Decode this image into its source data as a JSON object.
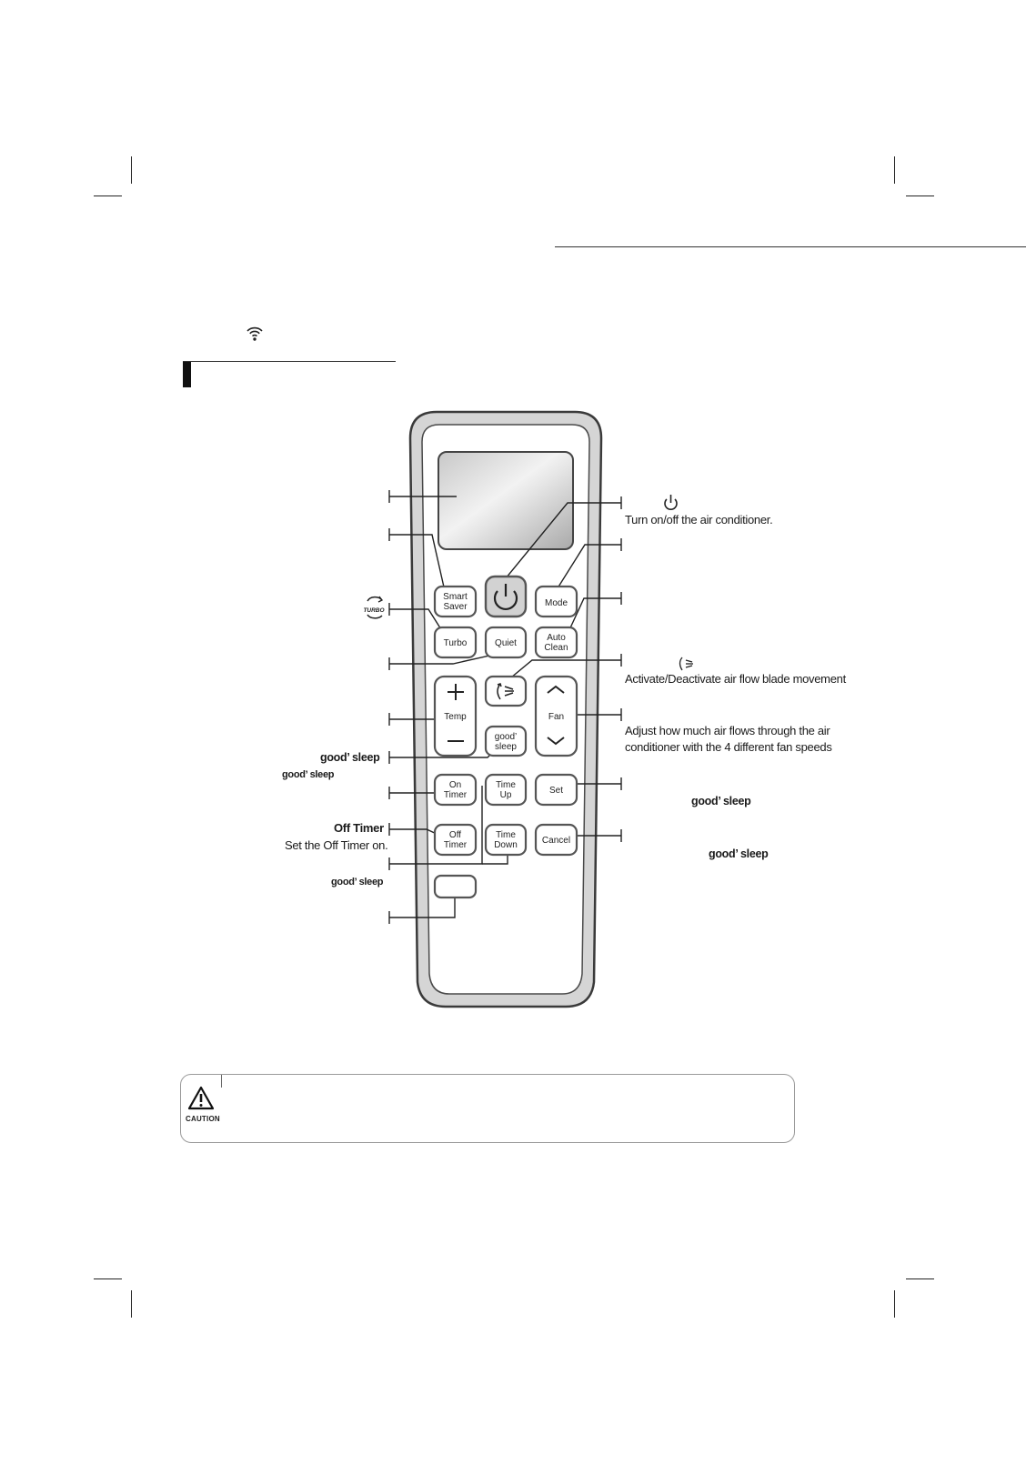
{
  "left_labels": {
    "good_sleep_1": "good’ sleep",
    "good_sleep_2": "good’ sleep",
    "off_timer_title": "Off Timer",
    "off_timer_desc": "Set the Off Timer on.",
    "good_sleep_3": "good’ sleep"
  },
  "right_labels": {
    "power_desc": "Turn on/off the air conditioner.",
    "airflow_desc": "Activate/Deactivate air flow blade movement",
    "fan_desc_line1": "Adjust how much air flows through the air",
    "fan_desc_line2": "conditioner with the 4 different fan speeds",
    "good_sleep_set": "good’ sleep",
    "good_sleep_cancel": "good’ sleep"
  },
  "remote_buttons": {
    "smart_saver_1": "Smart",
    "smart_saver_2": "Saver",
    "mode": "Mode",
    "turbo": "Turbo",
    "quiet": "Quiet",
    "auto_clean_1": "Auto",
    "auto_clean_2": "Clean",
    "temp": "Temp",
    "fan": "Fan",
    "good_sleep_1": "good’",
    "good_sleep_2": "sleep",
    "on_timer_1": "On",
    "on_timer_2": "Timer",
    "time_up_1": "Time",
    "time_up_2": "Up",
    "set": "Set",
    "off_timer_1": "Off",
    "off_timer_2": "Timer",
    "time_down_1": "Time",
    "time_down_2": "Down",
    "cancel": "Cancel"
  },
  "turbo_icon_text": "TURBO",
  "caution": {
    "word": "CAUTION"
  },
  "icons": [
    "wifi-icon",
    "power-icon",
    "airflow-blade-icon",
    "turbo-icon",
    "caution-triangle-icon"
  ]
}
